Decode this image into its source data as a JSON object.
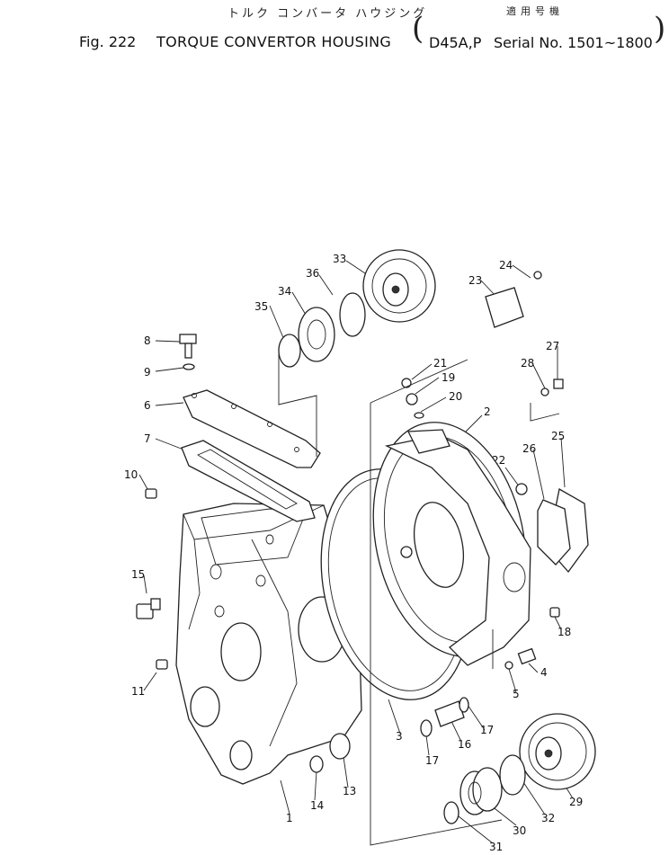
{
  "header": {
    "kana_title": "トルク コンバータ ハウジング",
    "kana_applicable": "適用号機",
    "fig_label": "Fig. 222",
    "title": "TORQUE CONVERTOR HOUSING",
    "model": "D45A,P",
    "serial": "Serial No. 1501~1800"
  },
  "callouts": [
    "1",
    "2",
    "3",
    "4",
    "5",
    "6",
    "7",
    "8",
    "9",
    "10",
    "11",
    "13",
    "14",
    "15",
    "16",
    "17",
    "17",
    "18",
    "19",
    "20",
    "21",
    "22",
    "22",
    "23",
    "24",
    "25",
    "26",
    "27",
    "28",
    "29",
    "30",
    "31",
    "32",
    "33",
    "34",
    "35",
    "36"
  ]
}
